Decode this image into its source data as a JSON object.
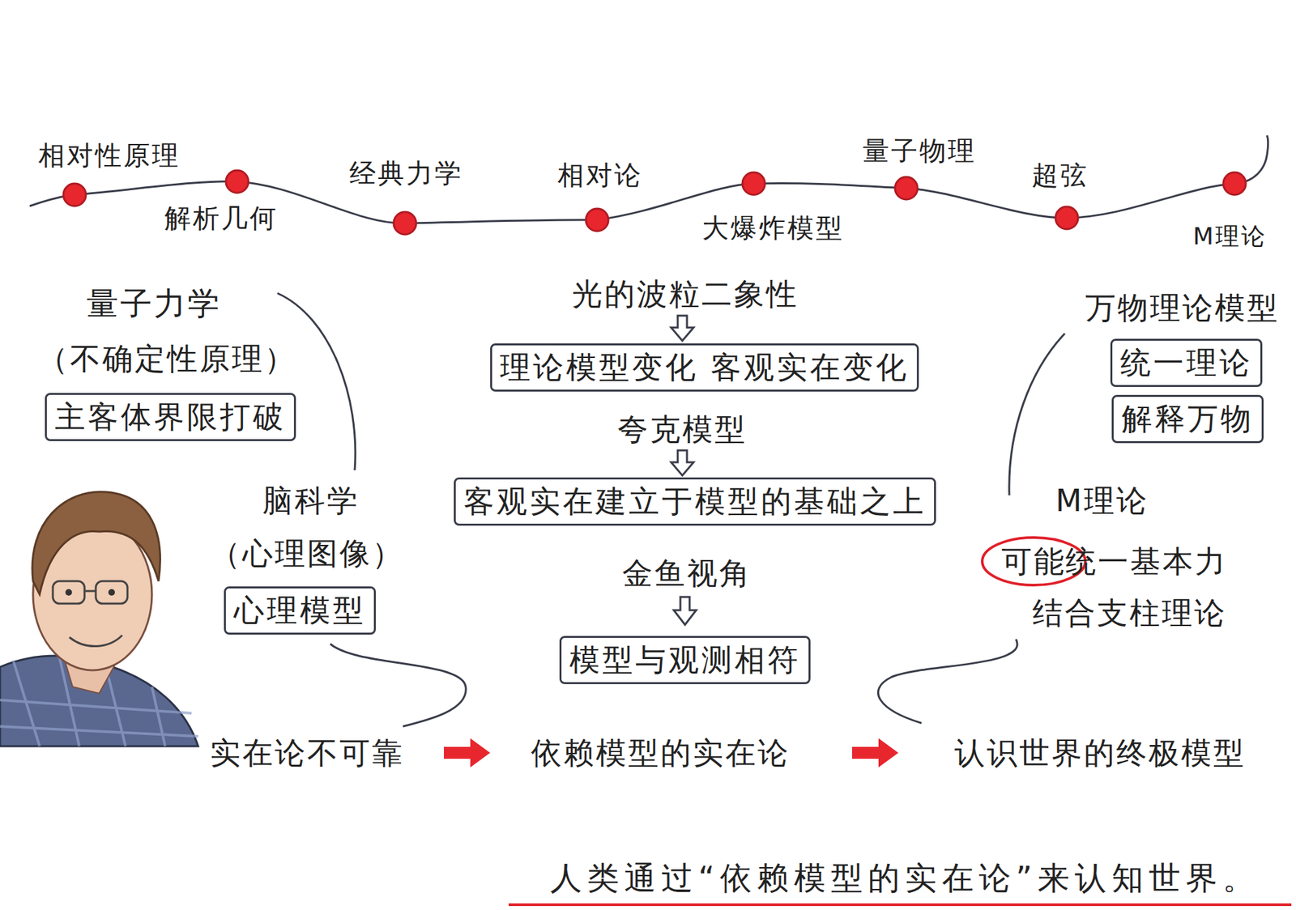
{
  "diagram": {
    "caption": "人类通过“依赖模型的实在论”来认知世界。",
    "nodes": [
      {
        "text": [
          "理论模型变化 客观实在变化"
        ]
      },
      {
        "text": [
          "统一理论"
        ]
      },
      {
        "text": [
          "主客体界限打破"
        ]
      },
      {
        "text": [
          "解释万物"
        ]
      },
      {
        "text": [
          "客观实在建立于模型的基础之上"
        ]
      },
      {
        "text": [
          "心理模型"
        ]
      },
      {
        "text": [
          "模型与观测相符"
        ]
      }
    ],
    "labels": [
      "相对性原理",
      "解析几何",
      "经典力学",
      "相对论",
      "大爆炸模型",
      "量子物理",
      "超弦",
      "M理论",
      "量子力学",
      "（不确定性原理）",
      "光的波粒二象性",
      "万物理论模型",
      "夸克模型",
      "脑科学",
      "（心理图像）",
      "M理论",
      "可能",
      "统一基本力",
      "结合支柱理论",
      "金鱼视角",
      "实在论不可靠",
      "依赖模型的实在论",
      "认识世界的终极模型"
    ]
  }
}
